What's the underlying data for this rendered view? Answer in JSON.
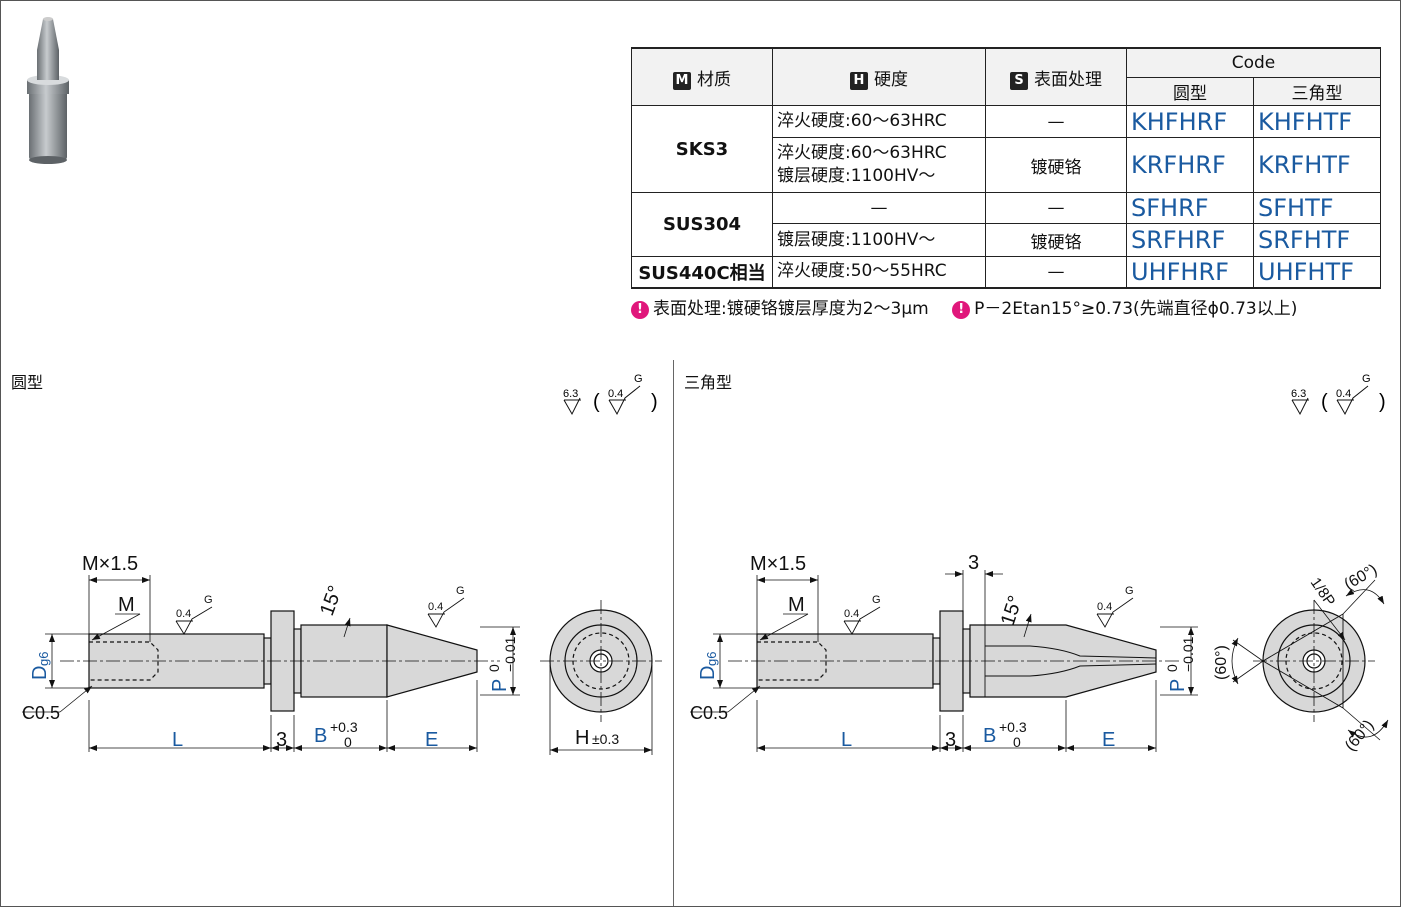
{
  "table": {
    "head": {
      "material_icon": "M",
      "material": "材质",
      "hardness_icon": "H",
      "hardness": "硬度",
      "surface_icon": "S",
      "surface": "表面处理",
      "code": "Code",
      "round": "圆型",
      "triangle": "三角型"
    },
    "rows": [
      {
        "material": "SKS3",
        "hardness1": "淬火硬度:60～63HRC",
        "hardness2": "",
        "surface": "—",
        "code_round": "KHFHRF",
        "code_tri": "KHFHTF"
      },
      {
        "hardness1": "淬火硬度:60～63HRC",
        "hardness2": "镀层硬度:1100HV～",
        "surface": "镀硬铬",
        "code_round": "KRFHRF",
        "code_tri": "KRFHTF"
      },
      {
        "material": "SUS304",
        "hardness1": "—",
        "surface": "—",
        "code_round": "SFHRF",
        "code_tri": "SFHTF"
      },
      {
        "hardness1": "镀层硬度:1100HV～",
        "surface": "镀硬铬",
        "code_round": "SRFHRF",
        "code_tri": "SRFHTF"
      },
      {
        "material": "SUS440C相当",
        "hardness1": "淬火硬度:50～55HRC",
        "surface": "—",
        "code_round": "UHFHRF",
        "code_tri": "UHFHTF"
      }
    ]
  },
  "notes": {
    "icon": "!",
    "note1": "表面处理:镀硬铬镀层厚度为2～3μm",
    "note2": "P－2Etan15°≥0.73(先端直径ϕ0.73以上)"
  },
  "sections": {
    "round_title": "圆型",
    "triangle_title": "三角型"
  },
  "roughness": {
    "main": "6.3",
    "sub": "0.4",
    "grind": "G"
  },
  "dims": {
    "thread": "M×1.5",
    "m": "M",
    "d": "D",
    "d_tol": "g6",
    "chamfer": "C0.5",
    "l": "L",
    "three": "3",
    "b": "B",
    "b_up": "+0.3",
    "b_low": "0",
    "e": "E",
    "p": "P",
    "p_up": "0",
    "p_low": "−0.01",
    "h": "H",
    "h_tol": "±0.3",
    "angle15": "15°",
    "rough": "0.4",
    "g": "G",
    "angle60": "(60°)",
    "eighth_p": "1/8P"
  }
}
